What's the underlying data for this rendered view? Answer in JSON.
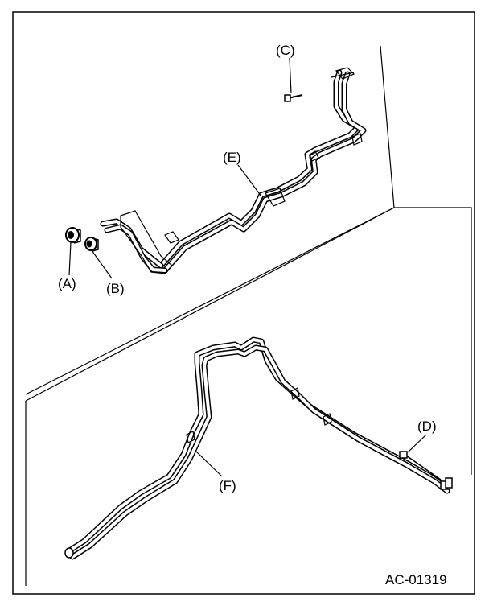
{
  "figure_id": "AC-01319",
  "callouts": {
    "a": "(A)",
    "b": "(B)",
    "c": "(C)",
    "d": "(D)",
    "e": "(E)",
    "f": "(F)"
  },
  "colors": {
    "line": "#000000",
    "background": "#ffffff"
  }
}
